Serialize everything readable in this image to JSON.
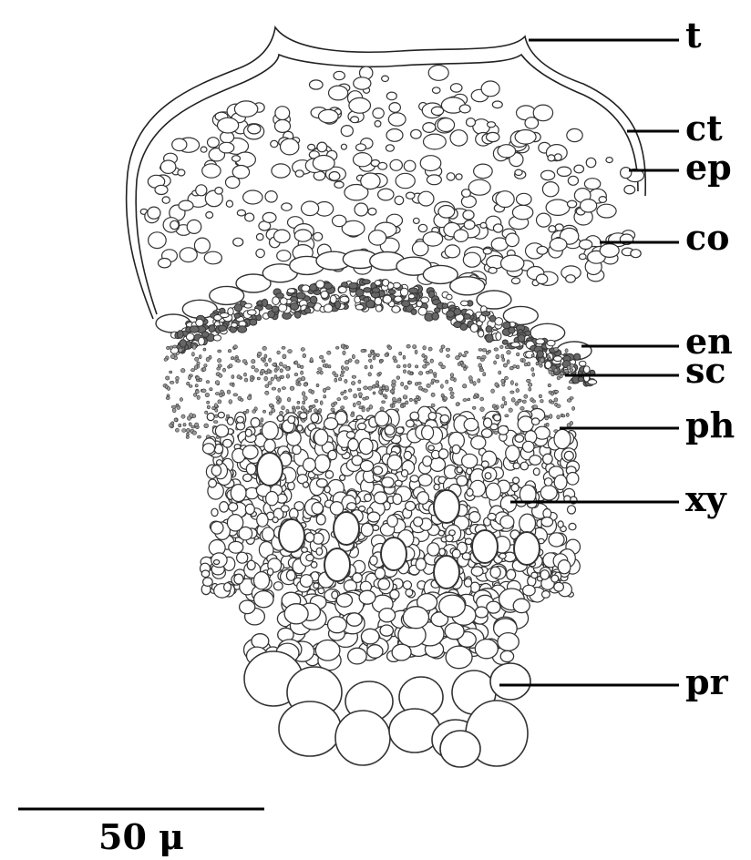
{
  "labels": [
    {
      "key": "t",
      "text": "t"
    },
    {
      "key": "ct",
      "text": "ct"
    },
    {
      "key": "ep",
      "text": "ep"
    },
    {
      "key": "co",
      "text": "co"
    },
    {
      "key": "en",
      "text": "en"
    },
    {
      "key": "sc",
      "text": "sc"
    },
    {
      "key": "ph",
      "text": "ph"
    },
    {
      "key": "xy",
      "text": "xy"
    },
    {
      "key": "pr",
      "text": "pr"
    }
  ],
  "scale_bar": {
    "text": "50 μ"
  }
}
